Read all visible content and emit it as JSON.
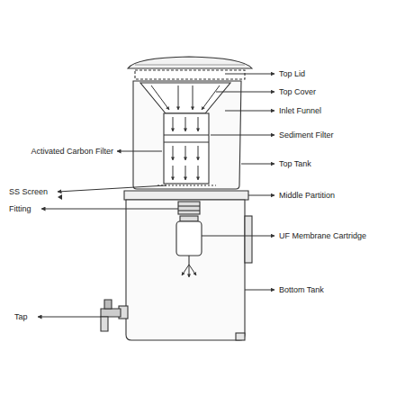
{
  "diagram": {
    "labels": [
      "Top Lid",
      "Top Cover",
      "Inlet Funnel",
      "Sediment Filter",
      "Top Tank",
      "Activated Carbon Filter",
      "SS Screen",
      "Middle Partition",
      "Fitting",
      "UF Membrane Cartridge",
      "Bottom Tank",
      "Tap"
    ]
  }
}
